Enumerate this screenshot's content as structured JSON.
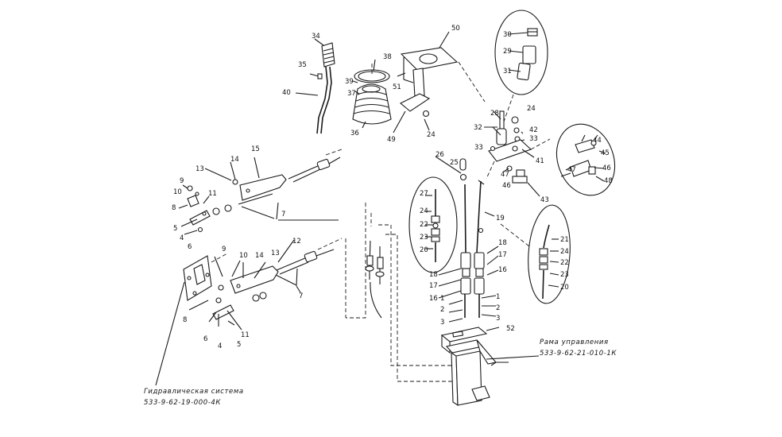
{
  "captions": {
    "hydraulic_title": "Гидравлическая система",
    "hydraulic_code": "533-9-62-19-000-4К",
    "frame_title": "Рама управления",
    "frame_code": "533-9-62-21-010-1К"
  },
  "part_numbers": {
    "p1": "1",
    "p2": "2",
    "p3": "3",
    "p4": "4",
    "p5": "5",
    "p6": "6",
    "p7": "7",
    "p8": "8",
    "p9": "9",
    "p10": "10",
    "p11": "11",
    "p12": "12",
    "p13": "13",
    "p14": "14",
    "p15": "15",
    "p16": "16",
    "p17": "17",
    "p18": "18",
    "p19": "19",
    "p20": "20",
    "p21": "21",
    "p22": "22",
    "p23": "23",
    "p24": "24",
    "p25": "25",
    "p26": "26",
    "p27": "27",
    "p28": "28",
    "p29": "29",
    "p30": "30",
    "p31": "31",
    "p32": "32",
    "p33": "33",
    "p34": "34",
    "p35": "35",
    "p36": "36",
    "p37": "37",
    "p38": "38",
    "p39": "39",
    "p40": "40",
    "p41": "41",
    "p42": "42",
    "p43": "43",
    "p44": "44",
    "p45": "45",
    "p46": "46",
    "p47": "47",
    "p48": "48",
    "p49": "49",
    "p50": "50",
    "p51": "51",
    "p52": "52"
  }
}
